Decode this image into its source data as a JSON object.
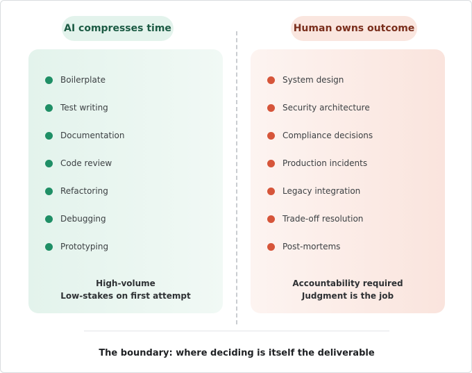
{
  "left": {
    "heading": "AI compresses time",
    "items": [
      "Boilerplate",
      "Test writing",
      "Documentation",
      "Code review",
      "Refactoring",
      "Debugging",
      "Prototyping"
    ],
    "summary_line1": "High-volume",
    "summary_line2": "Low-stakes on first attempt",
    "accent_color": "#1f8f66"
  },
  "right": {
    "heading": "Human owns outcome",
    "items": [
      "System design",
      "Security architecture",
      "Compliance decisions",
      "Production incidents",
      "Legacy integration",
      "Trade-off resolution",
      "Post-mortems"
    ],
    "summary_line1": "Accountability required",
    "summary_line2": "Judgment is the job",
    "accent_color": "#d6553a"
  },
  "footer": {
    "caption": "The boundary: where deciding is itself the deliverable"
  }
}
